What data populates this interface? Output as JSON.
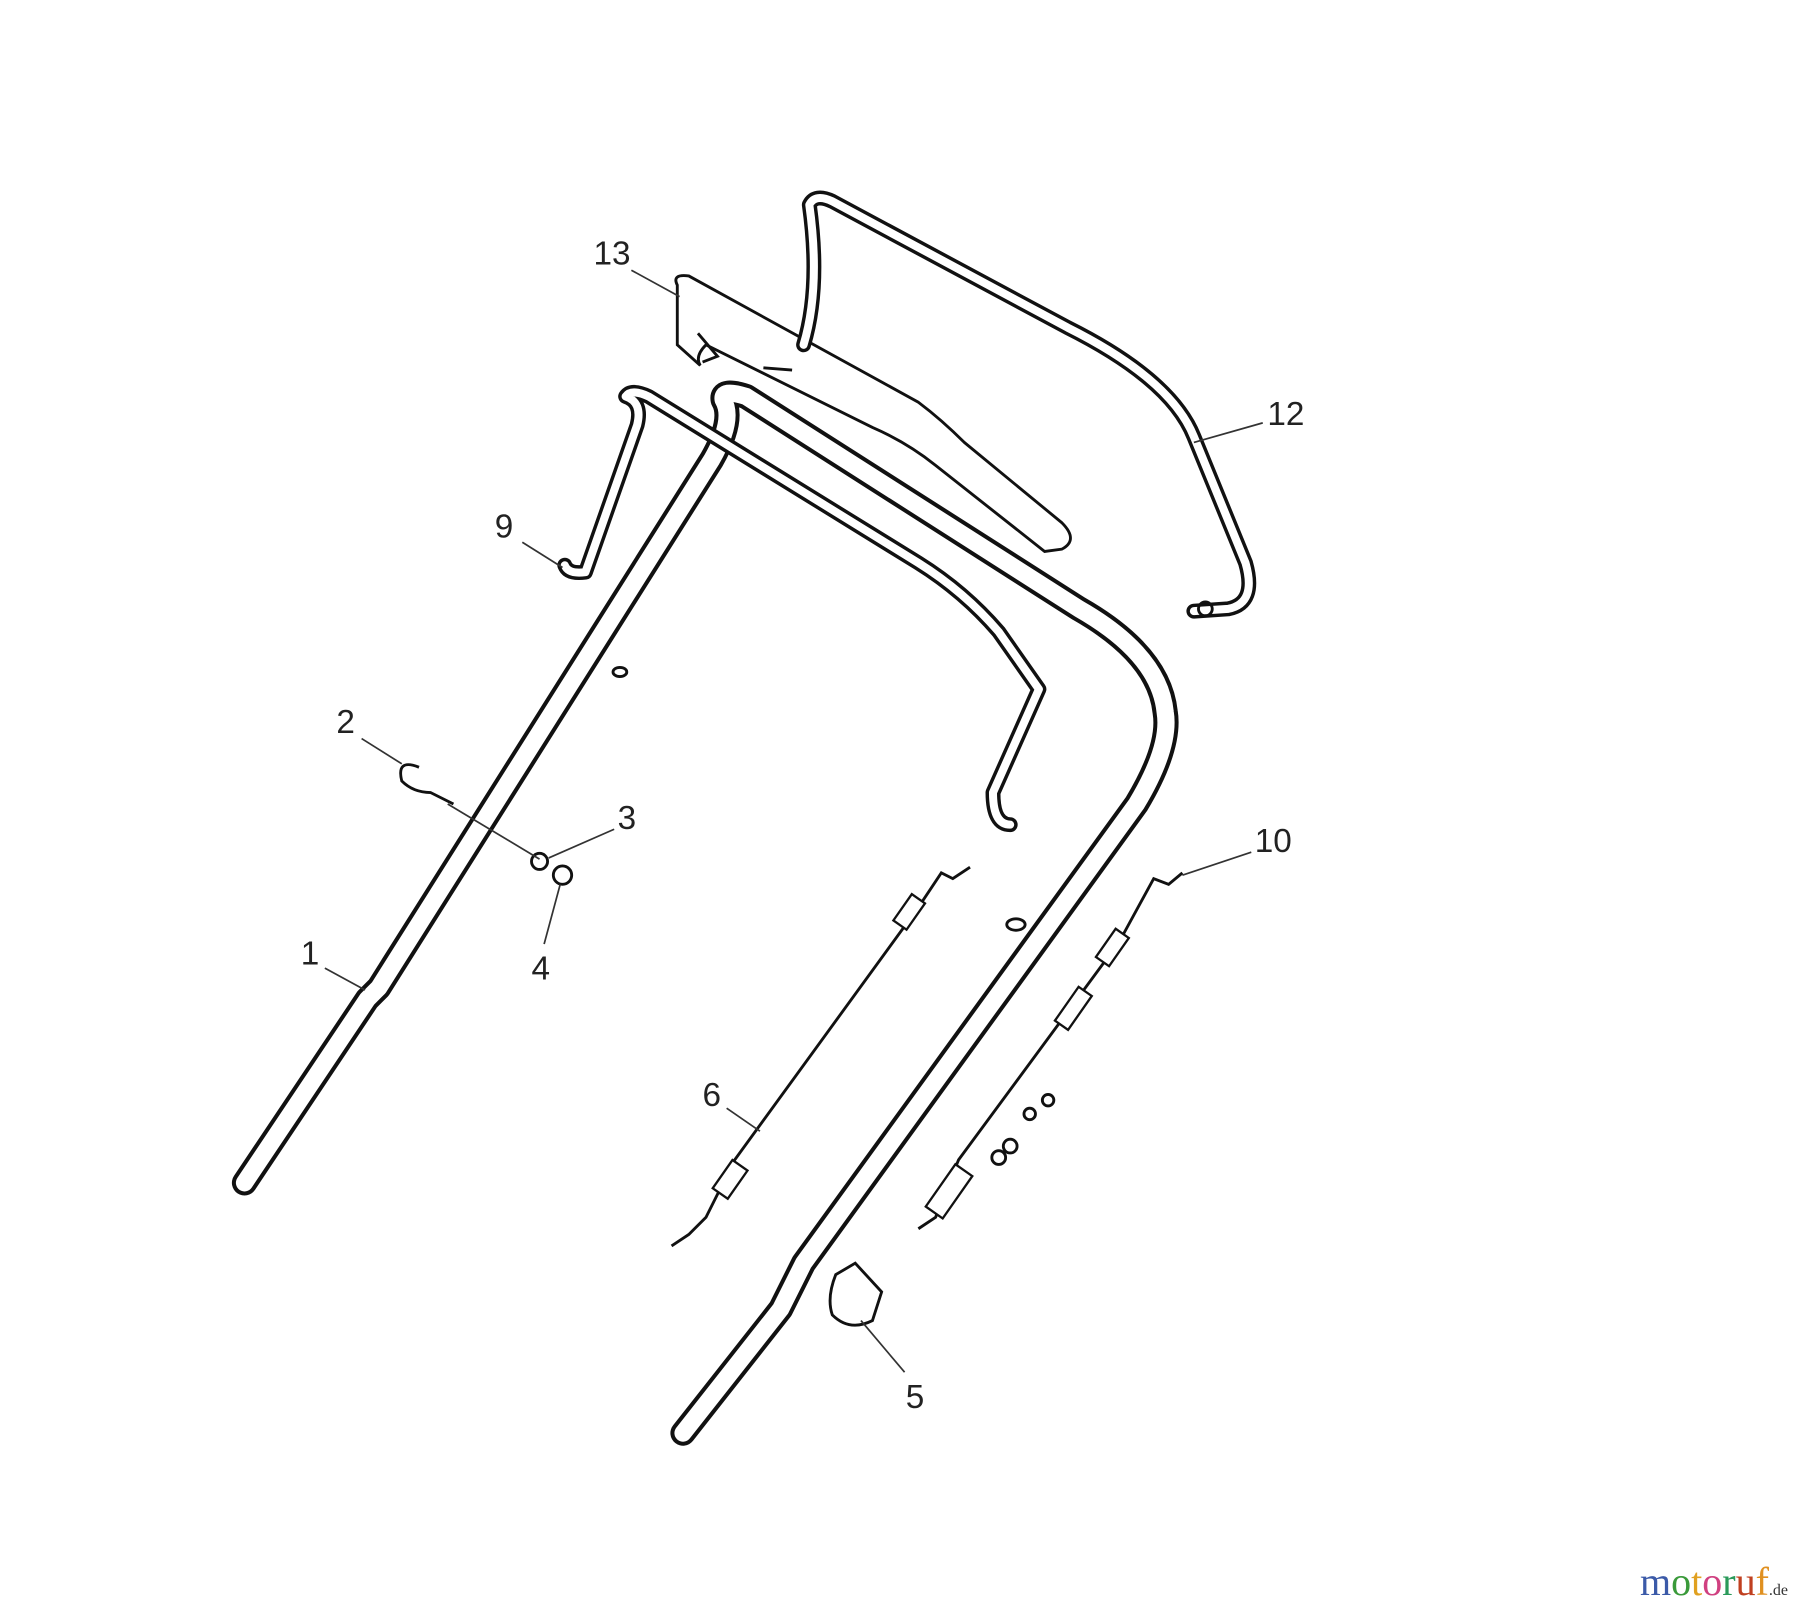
{
  "callouts": [
    "1",
    "2",
    "3",
    "4",
    "5",
    "6",
    "9",
    "10",
    "12",
    "13"
  ],
  "logo": {
    "text": "motoruf",
    "suffix": ".de",
    "letter_colors": [
      "#3b5aa8",
      "#3a9a3a",
      "#e0a020",
      "#d04080",
      "#2a9a5a",
      "#c04020",
      "#e09020"
    ]
  }
}
